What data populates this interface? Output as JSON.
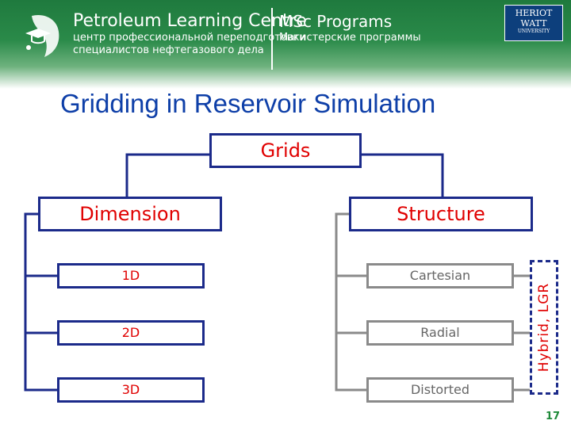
{
  "header": {
    "org_name": "Petroleum Learning Centre",
    "org_sub_1": "центр профессиональной переподготовки",
    "org_sub_2": "специалистов нефтегазового дела",
    "program": "MSc Programs",
    "program_sub": "Магистерские программы",
    "university": {
      "line1": "HERIOT",
      "line2": "WATT",
      "line3": "UNIVERSITY"
    }
  },
  "slide": {
    "title": "Gridding in Reservoir Simulation",
    "page_number": "17"
  },
  "diagram": {
    "root": "Grids",
    "dimension": {
      "label": "Dimension",
      "children": [
        "1D",
        "2D",
        "3D"
      ]
    },
    "structure": {
      "label": "Structure",
      "children": [
        "Cartesian",
        "Radial",
        "Distorted"
      ]
    },
    "hybrid_note": "Hybrid, LGR"
  },
  "colors": {
    "banner_green": "#1f7a3e",
    "title_blue": "#0e3fa8",
    "box_navy": "#1b2a8a",
    "label_red": "#e00000",
    "box_gray": "#8a8a8a"
  }
}
